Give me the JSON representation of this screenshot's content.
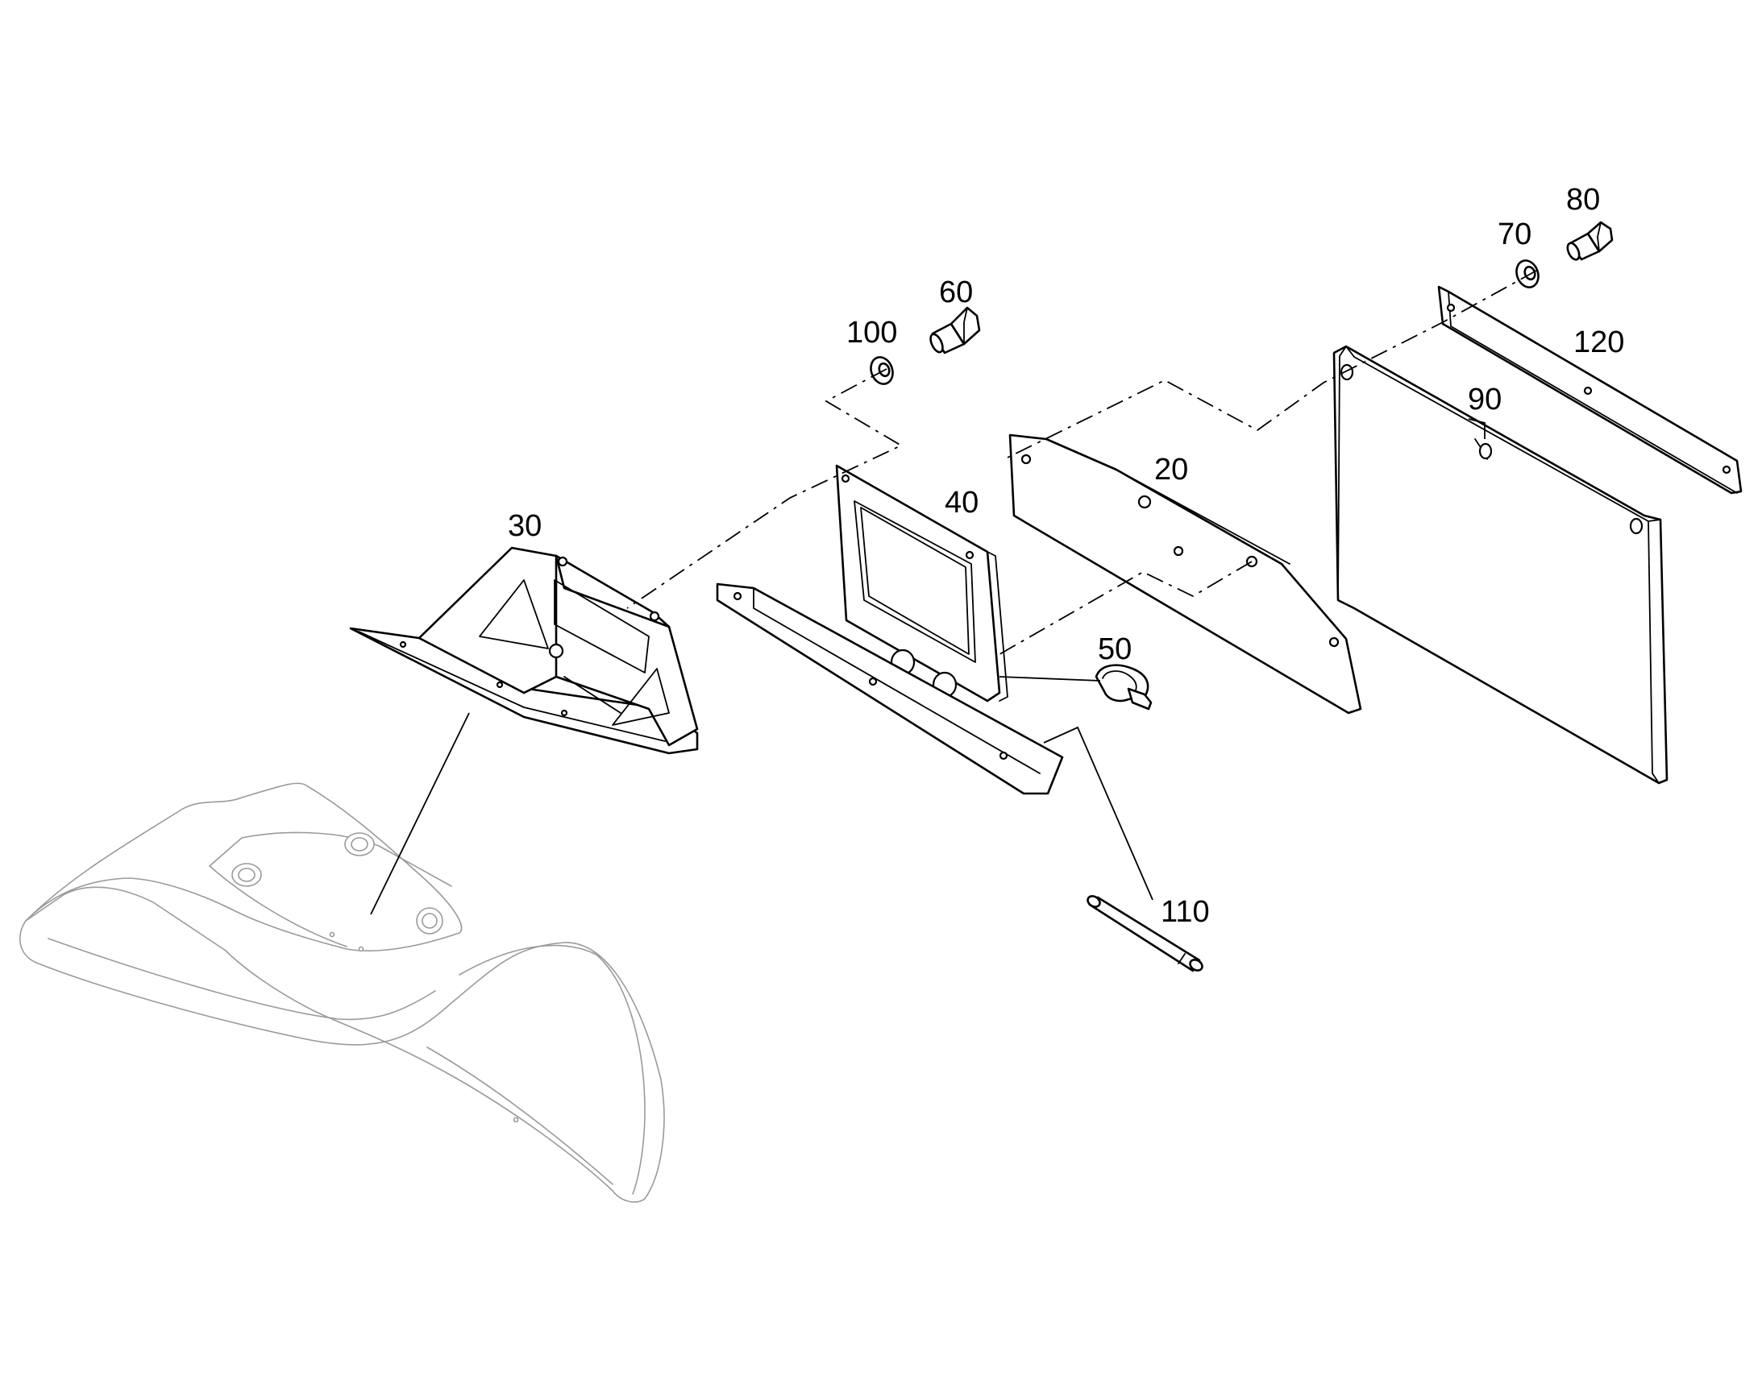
{
  "diagram": {
    "kind": "exploded-parts-view",
    "line_color": "#000000",
    "ghost_color": "#9a9a9a",
    "background": "#ffffff"
  },
  "callouts": {
    "c80": "80",
    "c70": "70",
    "c60": "60",
    "c100": "100",
    "c120": "120",
    "c90": "90",
    "c20": "20",
    "c40": "40",
    "c30": "30",
    "c50": "50",
    "c110": "110"
  }
}
